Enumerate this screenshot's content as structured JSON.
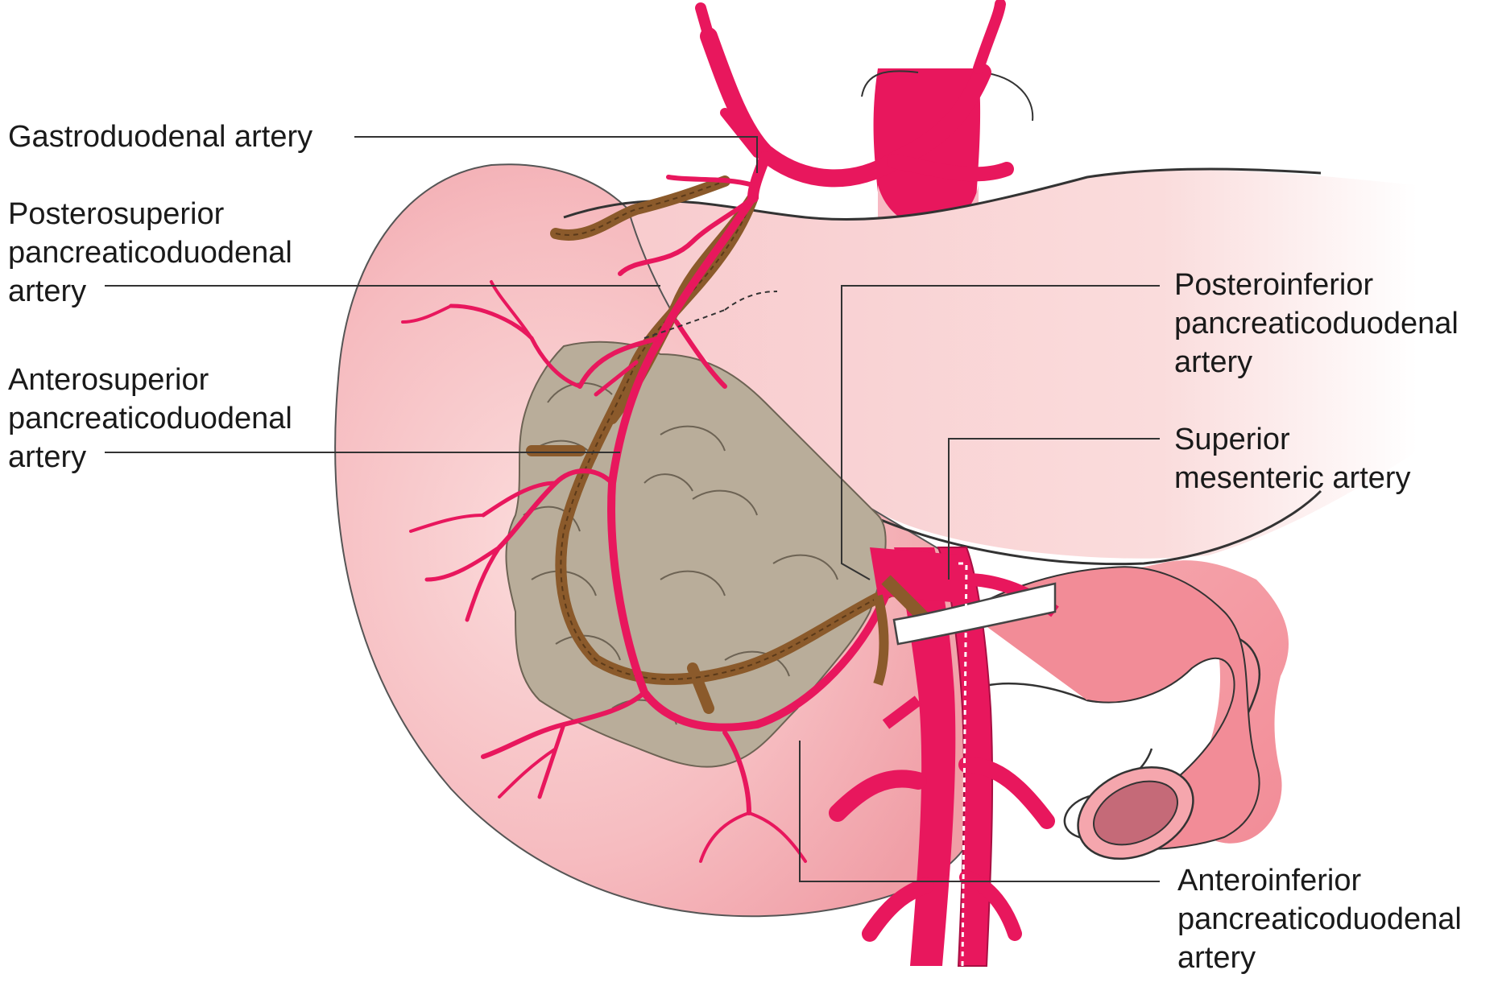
{
  "labels": {
    "gastroduodenal": [
      "Gastroduodenal artery"
    ],
    "posterosuperior": [
      "Posterosuperior",
      "pancreaticoduodenal",
      "artery"
    ],
    "anterosuperior": [
      "Anterosuperior",
      "pancreaticoduodenal",
      "artery"
    ],
    "posteroinferior": [
      "Posteroinferior",
      "pancreaticoduodenal",
      "artery"
    ],
    "superior_mesenteric": [
      "Superior",
      "mesenteric artery"
    ],
    "anteroinferior": [
      "Anteroinferior",
      "pancreaticoduodenal",
      "artery"
    ]
  },
  "colors": {
    "artery": "#e8175d",
    "posterior_artery": "#8b5a2b",
    "pancreas_tissue": "#f4b3b8",
    "duodenum_lumen": "#c56a78",
    "pancreatic_head_gray": "#b9ad9a",
    "leader_line": "#333333"
  }
}
